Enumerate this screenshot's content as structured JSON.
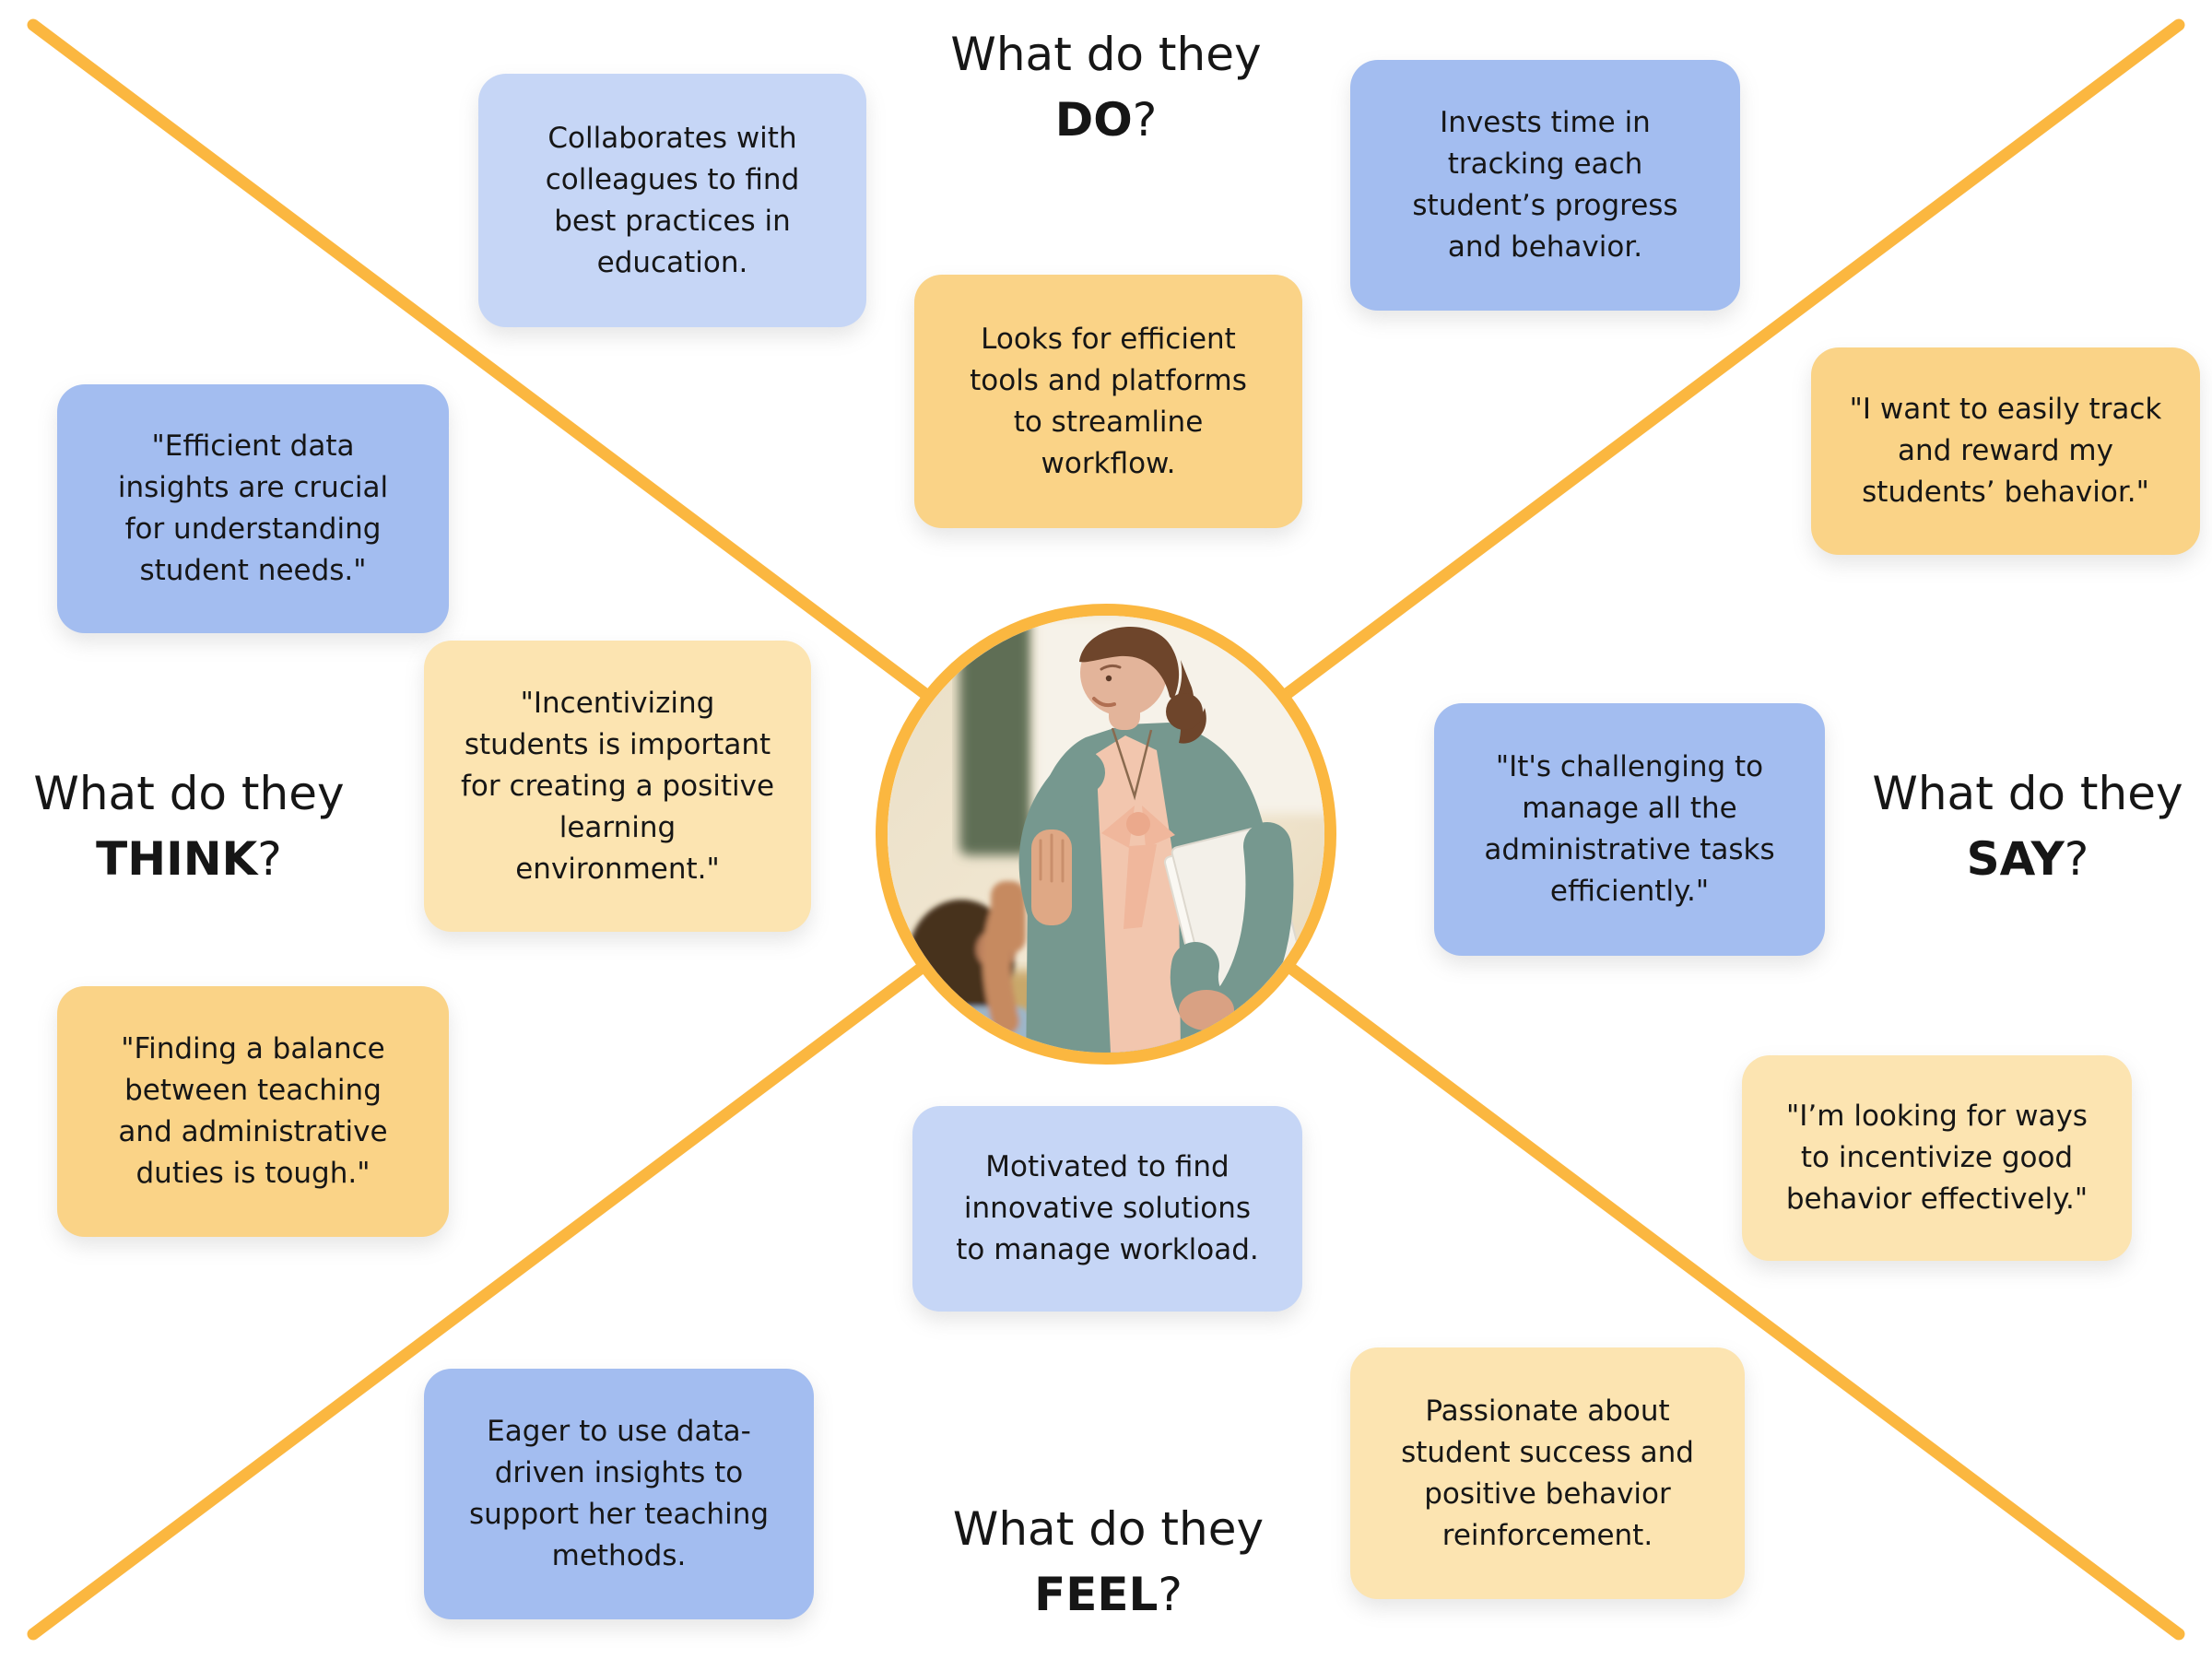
{
  "colors": {
    "accent": "#FBB740",
    "note_yellow": "#FAD387",
    "note_yellow_light": "#FCE4B1",
    "note_blue": "#A3BDF0",
    "note_blue_light": "#C6D6F6",
    "text": "#161616"
  },
  "quadrants": {
    "do": {
      "prefix": "What do they",
      "keyword": "DO",
      "qmark": "?"
    },
    "think": {
      "prefix": "What do they",
      "keyword": "THINK",
      "qmark": "?"
    },
    "say": {
      "prefix": "What do they",
      "keyword": "SAY",
      "qmark": "?"
    },
    "feel": {
      "prefix": "What do they",
      "keyword": "FEEL",
      "qmark": "?"
    }
  },
  "center": {
    "photo_description": "Teacher high-fiving a young student in a classroom while holding papers"
  },
  "notes": [
    {
      "id": "do-1",
      "quadrant": "do",
      "color": "note_blue_light",
      "lines": [
        "Collaborates with",
        "colleagues to find",
        "best practices in",
        "education."
      ]
    },
    {
      "id": "do-2",
      "quadrant": "do",
      "color": "note_blue",
      "lines": [
        "Invests time in",
        "tracking each",
        "student’s progress",
        "and behavior."
      ]
    },
    {
      "id": "do-3",
      "quadrant": "do",
      "color": "note_yellow",
      "lines": [
        "Looks for efficient",
        "tools and platforms",
        "to streamline",
        "workflow."
      ]
    },
    {
      "id": "say-1",
      "quadrant": "say",
      "color": "note_yellow",
      "lines": [
        "\"I want to easily track",
        "and reward my",
        "students’ behavior.\""
      ]
    },
    {
      "id": "think-1",
      "quadrant": "think",
      "color": "note_blue",
      "lines": [
        "\"Efficient data",
        "insights are crucial",
        "for understanding",
        "student needs.\""
      ]
    },
    {
      "id": "think-2",
      "quadrant": "think",
      "color": "note_yellow_light",
      "lines": [
        "\"Incentivizing",
        "students is important",
        "for creating a positive",
        "learning",
        "environment.\""
      ]
    },
    {
      "id": "think-3",
      "quadrant": "think",
      "color": "note_yellow",
      "lines": [
        "\"Finding a balance",
        "between teaching",
        "and administrative",
        "duties is tough.\""
      ]
    },
    {
      "id": "say-2",
      "quadrant": "say",
      "color": "note_blue",
      "lines": [
        "\"It's challenging to",
        "manage all the",
        "administrative tasks",
        "efficiently.\""
      ]
    },
    {
      "id": "say-3",
      "quadrant": "say",
      "color": "note_yellow_light",
      "lines": [
        "\"I’m looking for ways",
        "to incentivize good",
        "behavior effectively.\""
      ]
    },
    {
      "id": "feel-1",
      "quadrant": "feel",
      "color": "note_blue_light",
      "lines": [
        "Motivated to find",
        "innovative solutions",
        "to manage workload."
      ]
    },
    {
      "id": "feel-2",
      "quadrant": "feel",
      "color": "note_blue",
      "lines": [
        "Eager to use data-",
        "driven insights to",
        "support her teaching",
        "methods."
      ]
    },
    {
      "id": "feel-3",
      "quadrant": "feel",
      "color": "note_yellow_light",
      "lines": [
        "Passionate about",
        "student success and",
        "positive behavior",
        "reinforcement."
      ]
    }
  ]
}
